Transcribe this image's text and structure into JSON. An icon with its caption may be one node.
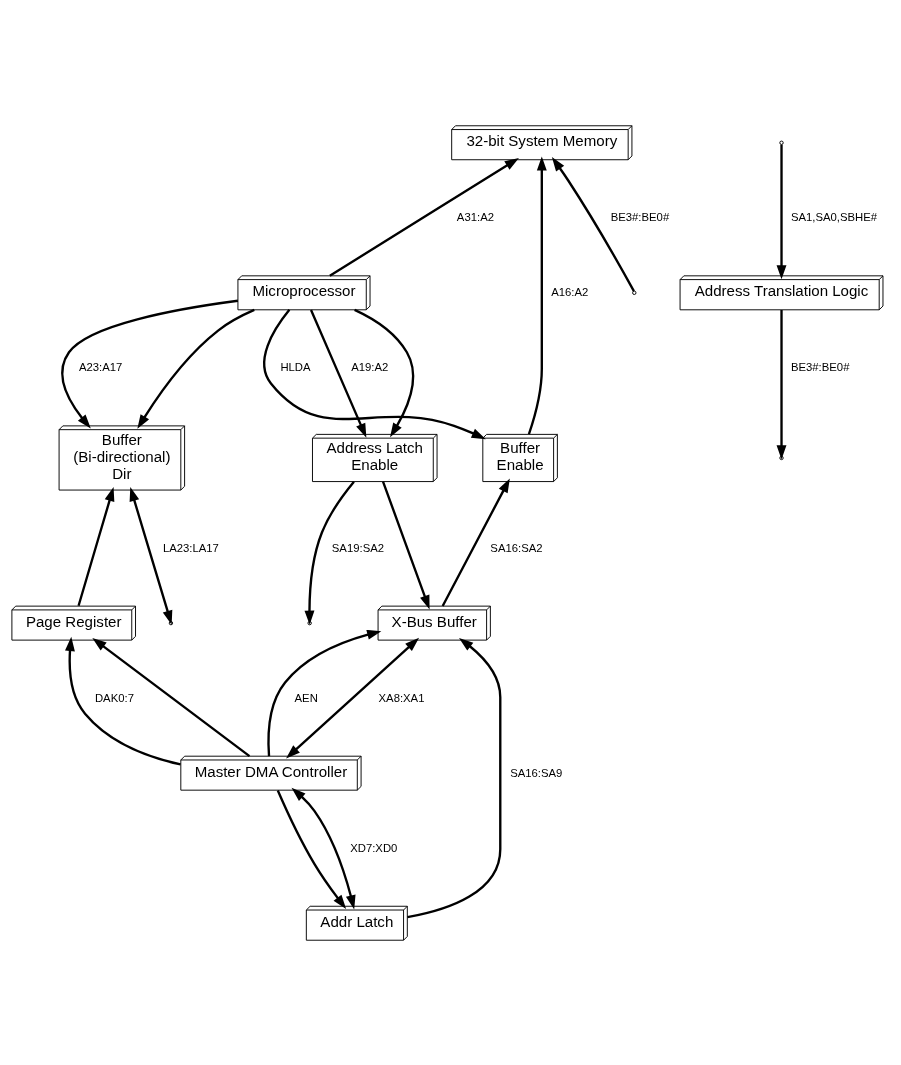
{
  "diagram": {
    "nodes": [
      {
        "text": [
          "32-bit System Memory"
        ]
      },
      {
        "text": [
          "Buffer",
          "(Bi-directional)",
          "Dir"
        ]
      },
      {
        "text": [
          "Microprocessor"
        ]
      },
      {
        "text": [
          "Address Latch",
          "Enable"
        ]
      },
      {
        "text": [
          "Buffer",
          "Enable"
        ]
      },
      {
        "text": [
          "Address Translation Logic"
        ]
      },
      {
        "text": [
          "X-Bus Buffer"
        ]
      },
      {
        "text": [
          "Page Register"
        ]
      },
      {
        "text": [
          "Addr Latch"
        ]
      },
      {
        "text": [
          "Master DMA Controller"
        ]
      }
    ],
    "edges": [
      {
        "from": null,
        "to": 0,
        "arrow": "to",
        "label": "BE3#:BE0#"
      },
      {
        "from": 2,
        "to": 0,
        "arrow": "to",
        "label": "A31:A2"
      },
      {
        "from": 2,
        "to": 1,
        "arrow": "to",
        "label": "A23:A17"
      },
      {
        "from": 1,
        "to": null,
        "arrow": "both",
        "label": "LA23:LA17"
      },
      {
        "from": 2,
        "to": 3,
        "arrow": "to",
        "label": "A19:A2"
      },
      {
        "from": 3,
        "to": null,
        "arrow": "to",
        "label": "SA19:SA2"
      },
      {
        "from": 4,
        "to": 0,
        "arrow": "to",
        "label": "A16:A2"
      },
      {
        "from": 6,
        "to": 4,
        "arrow": "to",
        "label": "SA16:SA2"
      },
      {
        "from": 3,
        "to": 6,
        "arrow": "to"
      },
      {
        "from": 2,
        "to": 4,
        "arrow": "to",
        "label": "HLDA"
      },
      {
        "from": 2,
        "to": 3,
        "arrow": "to"
      },
      {
        "from": 2,
        "to": 1,
        "arrow": "to"
      },
      {
        "from": 5,
        "to": null,
        "arrow": "to",
        "label": "BE3#:BE0#"
      },
      {
        "from": null,
        "to": 5,
        "arrow": "to",
        "label": "SA1,SA0,SBHE#"
      },
      {
        "from": 8,
        "to": 6,
        "arrow": "to",
        "label": "SA16:SA9"
      },
      {
        "from": 6,
        "to": 9,
        "arrow": "both",
        "label": "XA8:XA1"
      },
      {
        "from": 9,
        "to": 6,
        "arrow": "to",
        "label": "AEN"
      },
      {
        "from": 9,
        "to": 7,
        "arrow": "to"
      },
      {
        "from": 9,
        "to": 8,
        "arrow": "to"
      },
      {
        "from": 9,
        "to": 7,
        "arrow": "to",
        "label": "DAK0:7"
      },
      {
        "from": 8,
        "to": 9,
        "arrow": "both",
        "label": "XD7:XD0"
      },
      {
        "from": 7,
        "to": 1,
        "arrow": "to"
      }
    ]
  }
}
